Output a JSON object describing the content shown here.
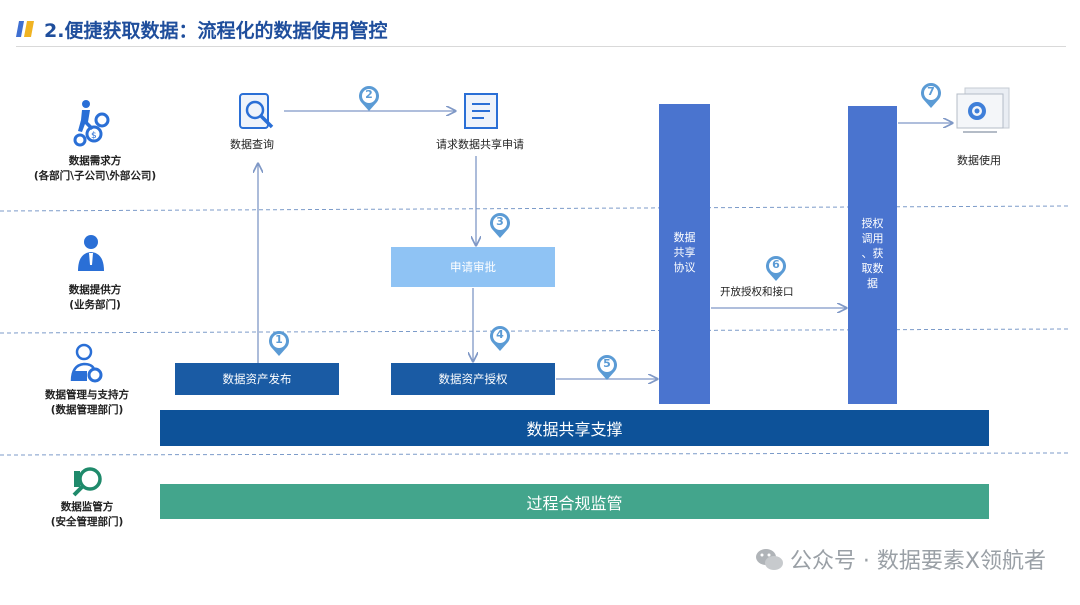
{
  "header": {
    "title": "2.便捷获取数据：流程化的数据使用管控"
  },
  "roles": [
    {
      "name": "数据需求方",
      "sub": "(各部门\\子公司\\外部公司)",
      "icon": "people-gears-icon"
    },
    {
      "name": "数据提供方",
      "sub": "(业务部门)",
      "icon": "person-icon"
    },
    {
      "name": "数据管理与支持方",
      "sub": "(数据管理部门)",
      "icon": "user-gear-icon"
    },
    {
      "name": "数据监管方",
      "sub": "(安全管理部门)",
      "icon": "magnifier-icon"
    }
  ],
  "nodes": {
    "data_query": "数据查询",
    "share_request": "请求数据共享申请",
    "approval": "申请审批",
    "asset_publish": "数据资产发布",
    "asset_authorize": "数据资产授权",
    "share_protocol": [
      "数据",
      "共享",
      "协议"
    ],
    "authorize_invoke": [
      "授权",
      "调用",
      "、获",
      "取数",
      "据"
    ],
    "data_use": "数据使用",
    "open_auth": "开放授权和接口"
  },
  "bands": {
    "share_support": "数据共享支撑",
    "compliance": "过程合规监管"
  },
  "steps": [
    "1",
    "2",
    "3",
    "4",
    "5",
    "6",
    "7"
  ],
  "colors": {
    "title": "#1f4e9c",
    "dark_blue": "#1a5ba4",
    "band_blue": "#0d5299",
    "light_blue": "#8fc3f4",
    "bar_blue": "#4a74cf",
    "green": "#43a58c",
    "marker": "#5b9bd5",
    "arrow": "#7f98c6"
  },
  "watermark": "公众号 · 数据要素X领航者"
}
